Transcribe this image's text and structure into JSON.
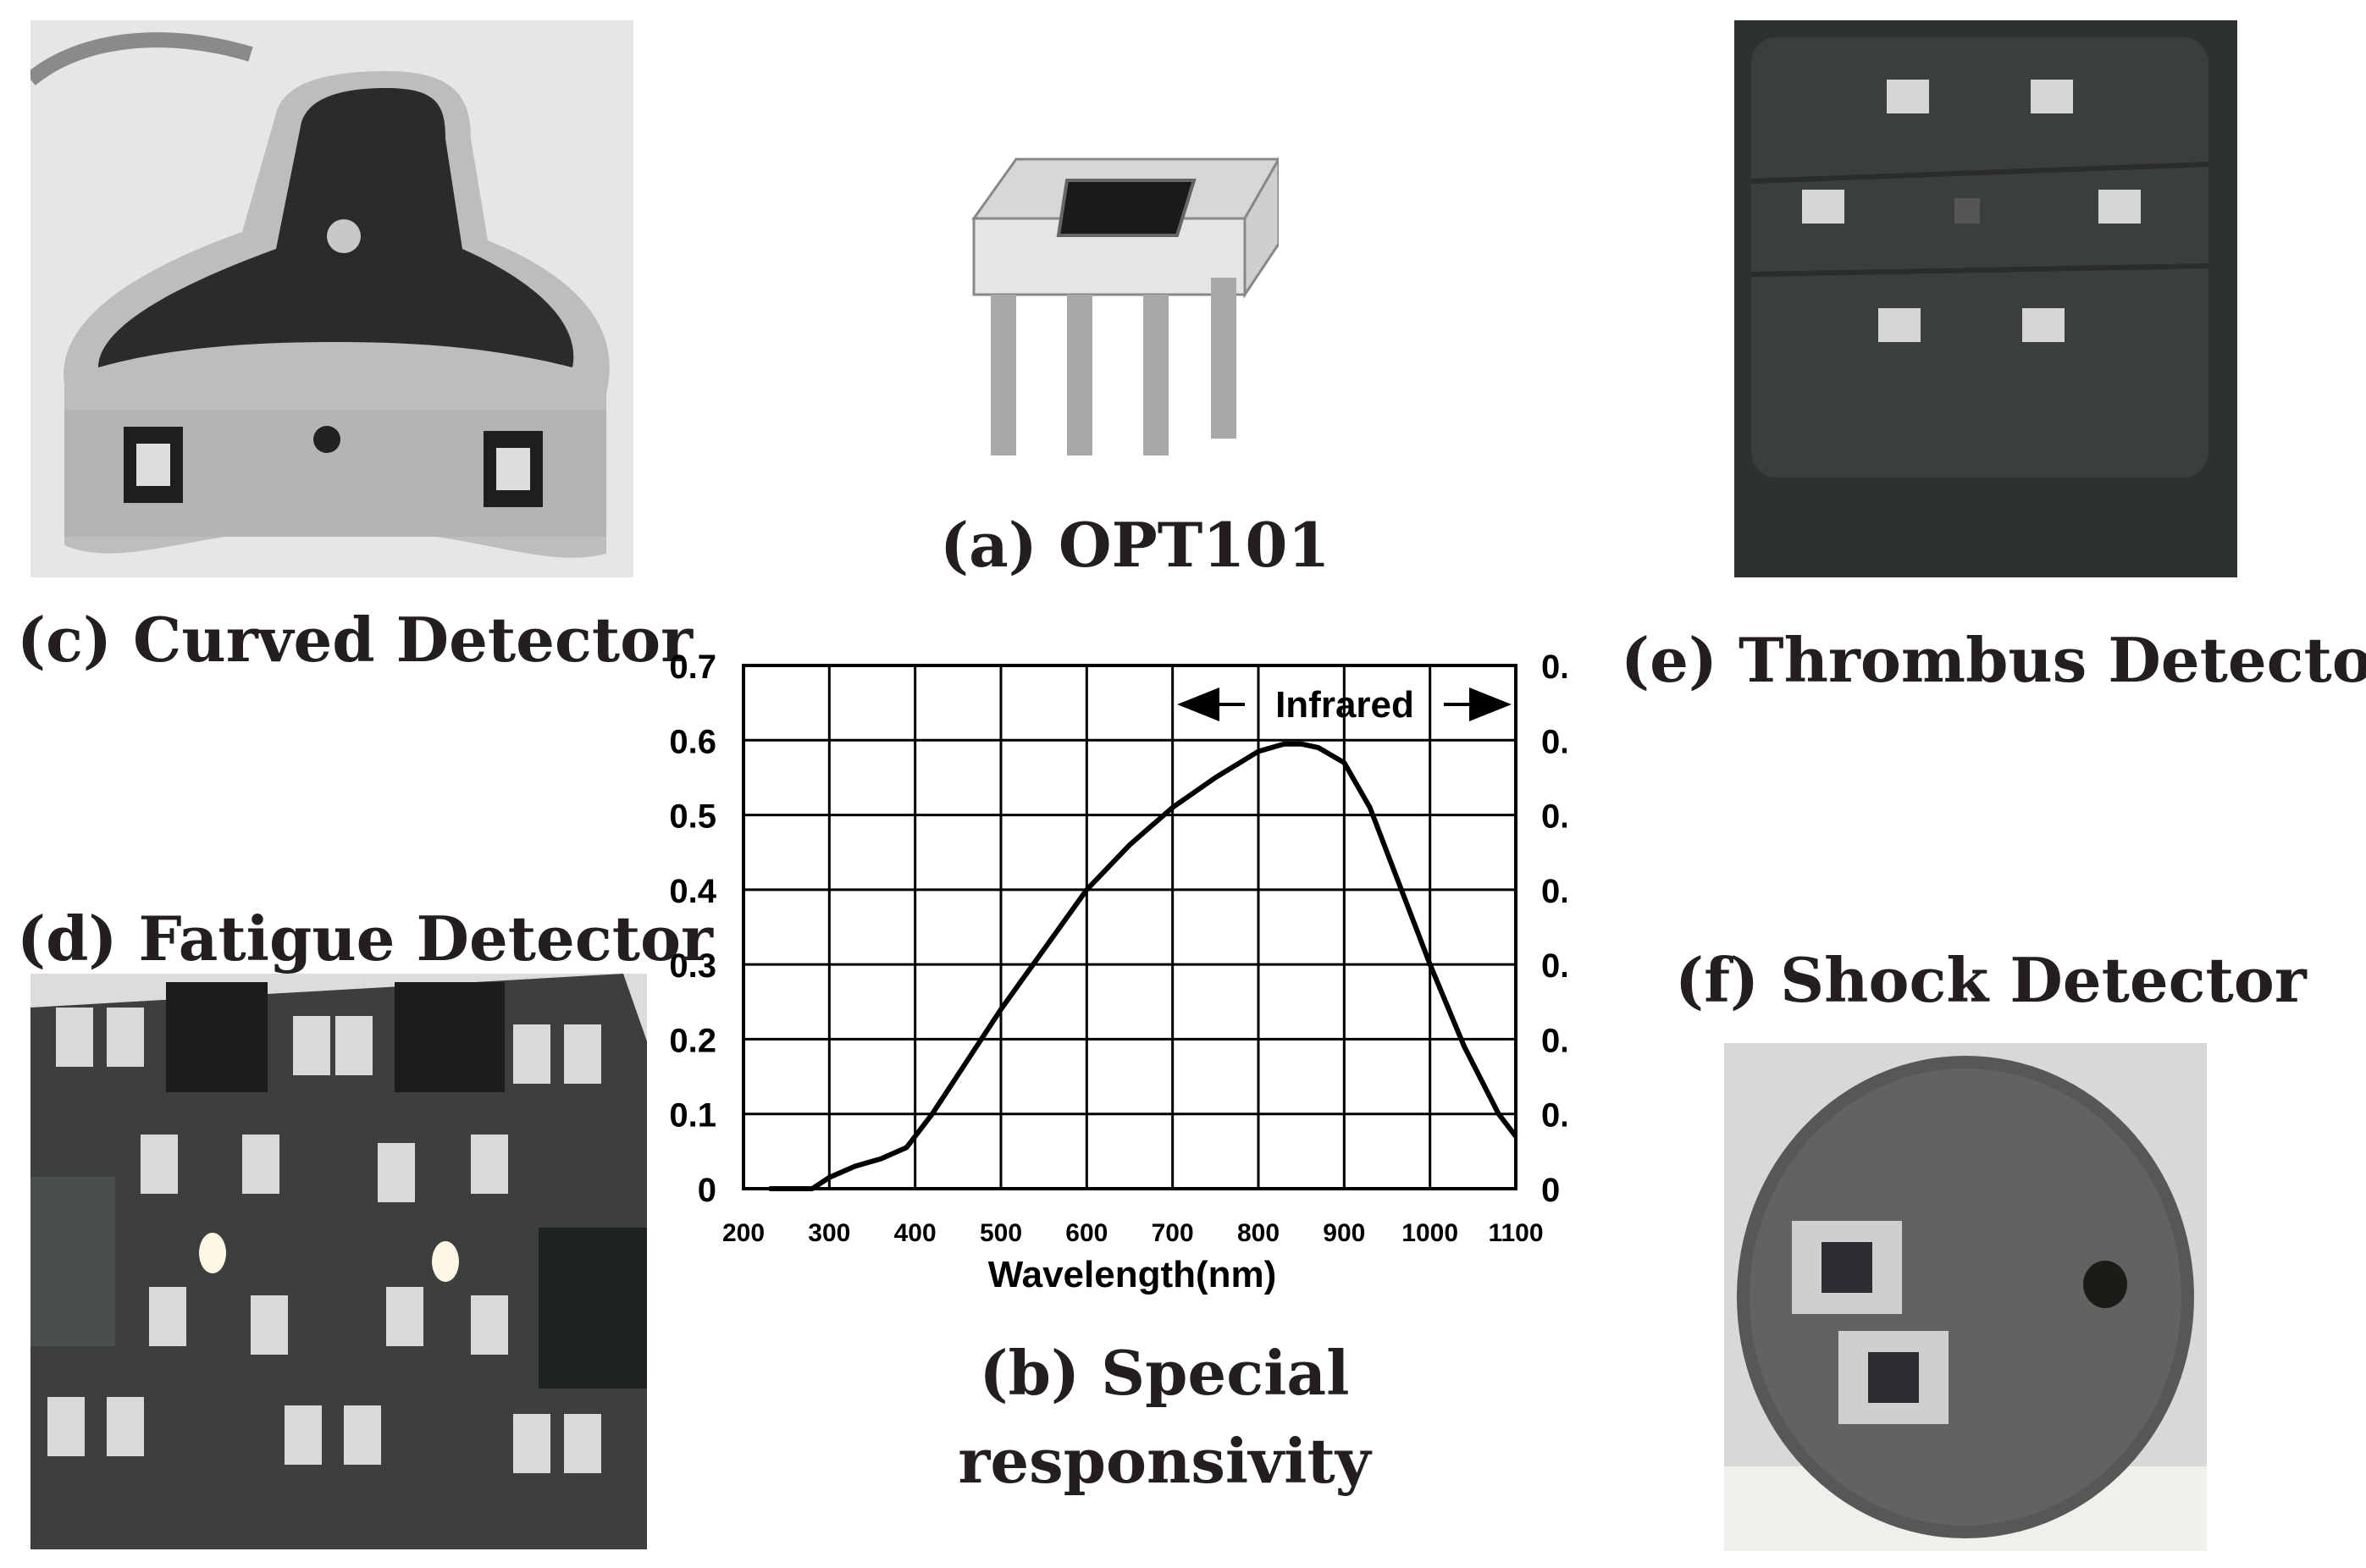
{
  "figure": {
    "panels": {
      "a": {
        "caption": "(a) OPT101"
      },
      "b": {
        "caption_line1": "(b) Special",
        "caption_line2": "responsivity"
      },
      "c": {
        "caption": "(c) Curved Detector"
      },
      "d": {
        "caption": "(d) Fatigue Detector"
      },
      "e": {
        "caption": "(e) Thrombus Detector"
      },
      "f": {
        "caption": "(f) Shock Detector"
      }
    },
    "colors": {
      "text": "#231f20",
      "grid": "#000000",
      "photo_dark": "#2d2f2e",
      "metal": "#c9c9c9",
      "foam": "#3c3f3c"
    }
  },
  "chart_data": {
    "type": "line",
    "title": "",
    "xlabel": "Wavelength(nm)",
    "ylabel": "",
    "xlim": [
      200,
      1100
    ],
    "ylim": [
      0,
      0.7
    ],
    "x_ticks": [
      "200",
      "300",
      "400",
      "500",
      "600",
      "700",
      "800",
      "900",
      "1000",
      "1100"
    ],
    "y_ticks": [
      "0",
      "0.1",
      "0.2",
      "0.3",
      "0.4",
      "0.5",
      "0.6",
      "0.7"
    ],
    "grid": true,
    "annotation": "Infrared",
    "series": [
      {
        "x": [
          230,
          280,
          300,
          330,
          360,
          390,
          420,
          460,
          500,
          550,
          600,
          650,
          700,
          750,
          800,
          830,
          850,
          870,
          900,
          930,
          960,
          1000,
          1040,
          1080,
          1100
        ],
        "y": [
          0.0,
          0.0,
          0.015,
          0.03,
          0.04,
          0.055,
          0.1,
          0.17,
          0.24,
          0.32,
          0.4,
          0.46,
          0.51,
          0.55,
          0.585,
          0.595,
          0.595,
          0.59,
          0.57,
          0.51,
          0.42,
          0.3,
          0.19,
          0.1,
          0.07
        ]
      }
    ]
  }
}
